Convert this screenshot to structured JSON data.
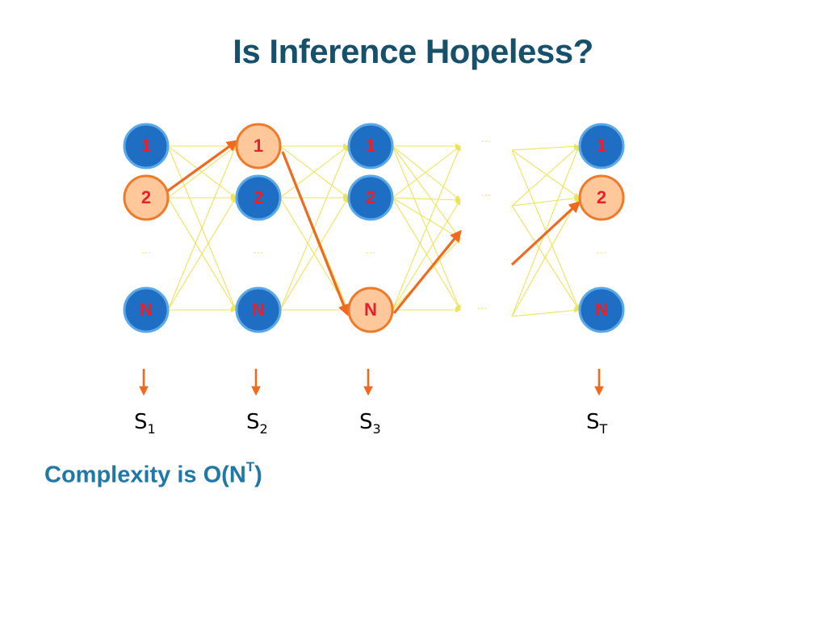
{
  "title": "Is Inference Hopeless?",
  "caption": {
    "text": "Complexity is O(N",
    "superscript": "T",
    "suffix": ")"
  },
  "node_labels": [
    "1",
    "2",
    "N"
  ],
  "ellipsis": "…",
  "state_labels": [
    {
      "base": "S",
      "sub": "1"
    },
    {
      "base": "S",
      "sub": "2"
    },
    {
      "base": "S",
      "sub": "3"
    },
    {
      "base": "S",
      "sub": "T"
    }
  ],
  "highlighted_path": [
    {
      "column": "S1",
      "state": "2"
    },
    {
      "column": "S2",
      "state": "1"
    },
    {
      "column": "S3",
      "state": "N"
    },
    {
      "column": "ST",
      "state": "2"
    }
  ],
  "colors": {
    "title": "#17506b",
    "caption": "#1f78a8",
    "node_blue": "#1e6fc4",
    "node_blue_stroke": "#5aa8e8",
    "node_highlight": "#ffc89a",
    "node_highlight_stroke": "#ef7a2a",
    "node_text": "#e8202a",
    "edge_yellow": "#ede35c",
    "path_orange": "#ef6a1e"
  }
}
